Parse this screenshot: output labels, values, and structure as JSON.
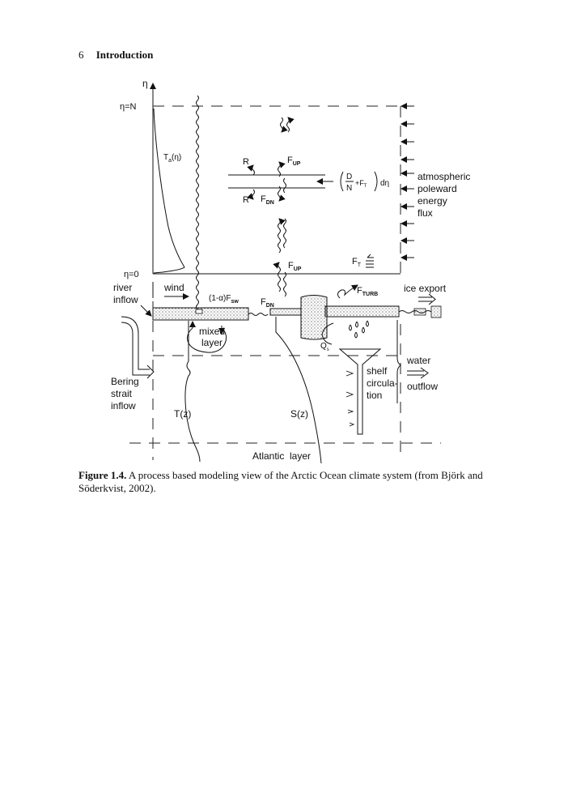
{
  "header": {
    "page_number": "6",
    "section": "Introduction"
  },
  "figure": {
    "labels": {
      "eta": "η",
      "eta_n": "η=N",
      "eta_0": "η=0",
      "ta": "T",
      "ta_sub": "a",
      "ta_arg": "(η)",
      "r_up": "R",
      "r_dn": "R",
      "f_up": "F",
      "f_up_sub": "UP",
      "f_dn": "F",
      "f_dn_sub": "DN",
      "frac_d": "D",
      "frac_n": "N",
      "plus_ft": "+F",
      "ft_sub": "T",
      "deta": "dη",
      "atm1": "atmospheric",
      "atm2": "poleward",
      "atm3": "energy",
      "atm4": "flux",
      "ft2": "F",
      "ft2_sub": "T",
      "f_up2": "F",
      "f_up2_sub": "UP",
      "river1": "river",
      "river2": "inflow",
      "wind": "wind",
      "sw": "(1-α)F",
      "sw_sub": "sw",
      "f_dn2": "F",
      "f_dn2_sub": "DN",
      "f_turb": "F",
      "f_turb_sub": "TURB",
      "ice_export": "ice export",
      "mixed1": "mixed",
      "mixed2": "layer",
      "qs": "Q",
      "qs_sub": "s",
      "water": "water",
      "outflow": "outflow",
      "shelf1": "shelf",
      "shelf2": "circula-",
      "shelf3": "tion",
      "bering1": "Bering",
      "bering2": "strait",
      "bering3": "inflow",
      "tz": "T(z)",
      "sz": "S(z)",
      "atlantic": "Atlantic  layer"
    }
  },
  "caption": {
    "label": "Figure 1.4.",
    "text": "A process based modeling view of the Arctic Ocean climate system (from Björk and Söderkvist, 2002)."
  }
}
